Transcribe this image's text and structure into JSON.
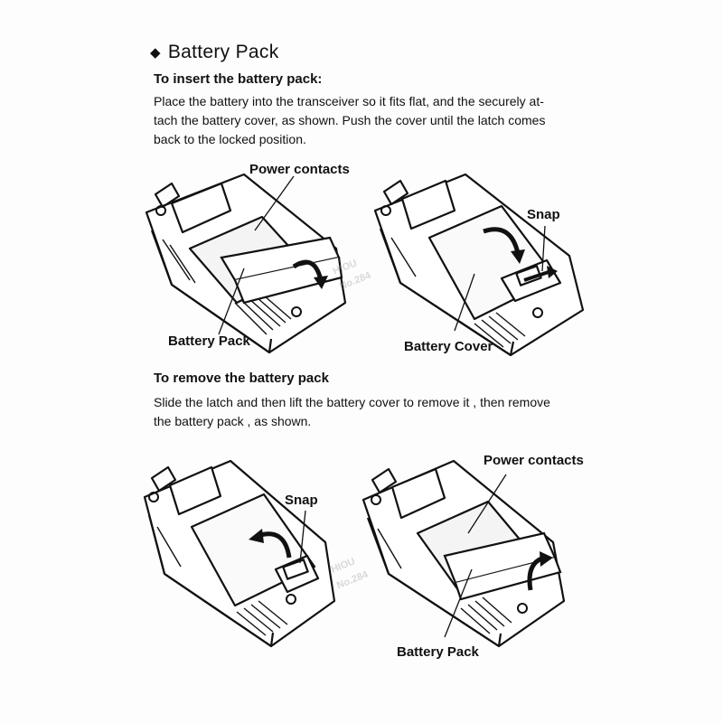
{
  "section": {
    "bullet": "◆",
    "title": "Battery Pack"
  },
  "insert": {
    "heading": "To insert the battery pack:",
    "lines": [
      "Place the battery into the transceiver so it fits flat, and the securely at-",
      "tach the battery cover, as shown. Push the cover until the latch comes",
      "back to the locked position."
    ]
  },
  "remove": {
    "heading": "To remove the battery pack",
    "lines": [
      "Slide the latch and then lift the battery cover to remove it , then remove",
      "the battery pack , as shown."
    ]
  },
  "figures": {
    "fig1": {
      "label_top": "Power contacts",
      "label_bottom": "Battery Pack"
    },
    "fig2": {
      "label_top": "Snap",
      "label_bottom": "Battery Cover"
    },
    "fig3": {
      "label_top": "Snap"
    },
    "fig4": {
      "label_top": "Power contacts",
      "label_bottom": "Battery Pack"
    }
  },
  "watermarks": [
    "HIOU",
    "No.284"
  ],
  "icons": [
    "diamond-bullet-icon",
    "arrow-icon"
  ]
}
